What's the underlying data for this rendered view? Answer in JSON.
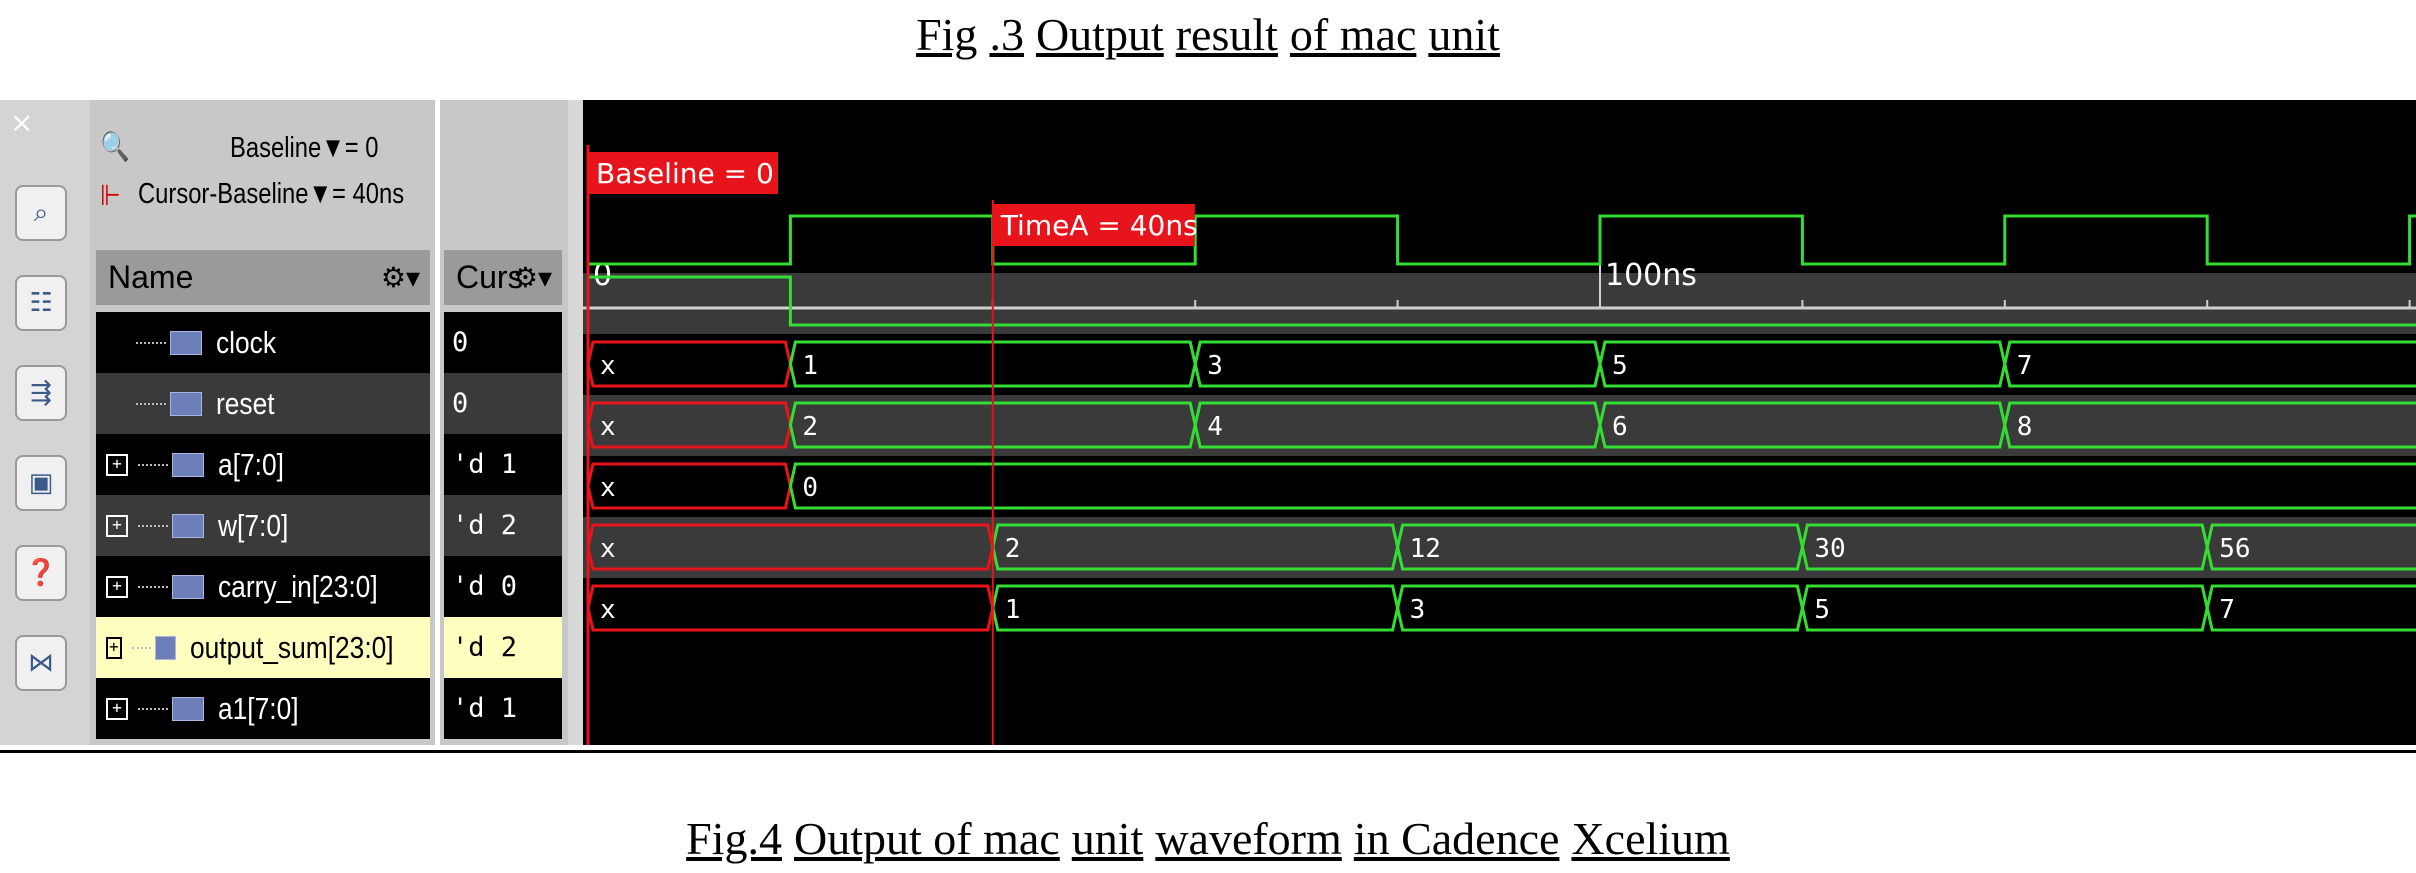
{
  "captions": {
    "top": [
      "Fig",
      ".3",
      "Output",
      "result",
      "of mac",
      "unit"
    ],
    "bottom": [
      "Fig.4",
      "Output of mac",
      "unit",
      "waveform",
      "in Cadence",
      "Xcelium"
    ]
  },
  "toolbar": {
    "close_glyph": "×",
    "icons": [
      "find-signal-icon",
      "hierarchy-icon",
      "schematic-icon",
      "register-icon",
      "help-network-icon",
      "compare-icon"
    ]
  },
  "controls": {
    "baseline_label": "Baseline▼= 0",
    "cursor_baseline_label": "Cursor-Baseline▼= 40ns"
  },
  "columns": {
    "name": "Name",
    "cursor": "Curs"
  },
  "signals": [
    {
      "name": "clock",
      "cursor": "0",
      "kind": "scalar"
    },
    {
      "name": "reset",
      "cursor": "0",
      "kind": "scalar"
    },
    {
      "name": "a[7:0]",
      "cursor": "'d 1",
      "kind": "bus"
    },
    {
      "name": "w[7:0]",
      "cursor": "'d 2",
      "kind": "bus"
    },
    {
      "name": "carry_in[23:0]",
      "cursor": "'d 0",
      "kind": "bus"
    },
    {
      "name": "output_sum[23:0]",
      "cursor": "'d 2",
      "kind": "bus",
      "highlight": true
    },
    {
      "name": "a1[7:0]",
      "cursor": "'d 1",
      "kind": "bus"
    }
  ],
  "markers": {
    "baseline": {
      "label": "Baseline = 0",
      "time_ns": 0
    },
    "timeA": {
      "label": "TimeA = 40ns",
      "time_ns": 40
    }
  },
  "time_axis": {
    "labels": [
      {
        "t": 0,
        "text": "0"
      },
      {
        "t": 100,
        "text": "100ns"
      }
    ],
    "ticks_every_ns": 20,
    "visible_range_ns": [
      0,
      180
    ]
  },
  "waves": {
    "clock": {
      "period_ns": 40,
      "first_rise_ns": 20
    },
    "reset": {
      "high_until_ns": 20
    },
    "buses": [
      {
        "signal": "a[7:0]",
        "segments": [
          {
            "t": 0,
            "v": "x"
          },
          {
            "t": 20,
            "v": "1"
          },
          {
            "t": 60,
            "v": "3"
          },
          {
            "t": 100,
            "v": "5"
          },
          {
            "t": 140,
            "v": "7"
          }
        ]
      },
      {
        "signal": "w[7:0]",
        "segments": [
          {
            "t": 0,
            "v": "x"
          },
          {
            "t": 20,
            "v": "2"
          },
          {
            "t": 60,
            "v": "4"
          },
          {
            "t": 100,
            "v": "6"
          },
          {
            "t": 140,
            "v": "8"
          }
        ]
      },
      {
        "signal": "carry_in[23:0]",
        "segments": [
          {
            "t": 0,
            "v": "x"
          },
          {
            "t": 20,
            "v": "0"
          }
        ]
      },
      {
        "signal": "output_sum[23:0]",
        "segments": [
          {
            "t": 0,
            "v": "x"
          },
          {
            "t": 40,
            "v": "2"
          },
          {
            "t": 80,
            "v": "12"
          },
          {
            "t": 120,
            "v": "30"
          },
          {
            "t": 160,
            "v": "56"
          }
        ]
      },
      {
        "signal": "a1[7:0]",
        "segments": [
          {
            "t": 0,
            "v": "x"
          },
          {
            "t": 40,
            "v": "1"
          },
          {
            "t": 80,
            "v": "3"
          },
          {
            "t": 120,
            "v": "5"
          },
          {
            "t": 160,
            "v": "7"
          }
        ]
      }
    ]
  },
  "colors": {
    "wave": "#33dd33",
    "marker": "#e8141b",
    "background": "#000000",
    "highlight_row": "#ffffc0"
  }
}
